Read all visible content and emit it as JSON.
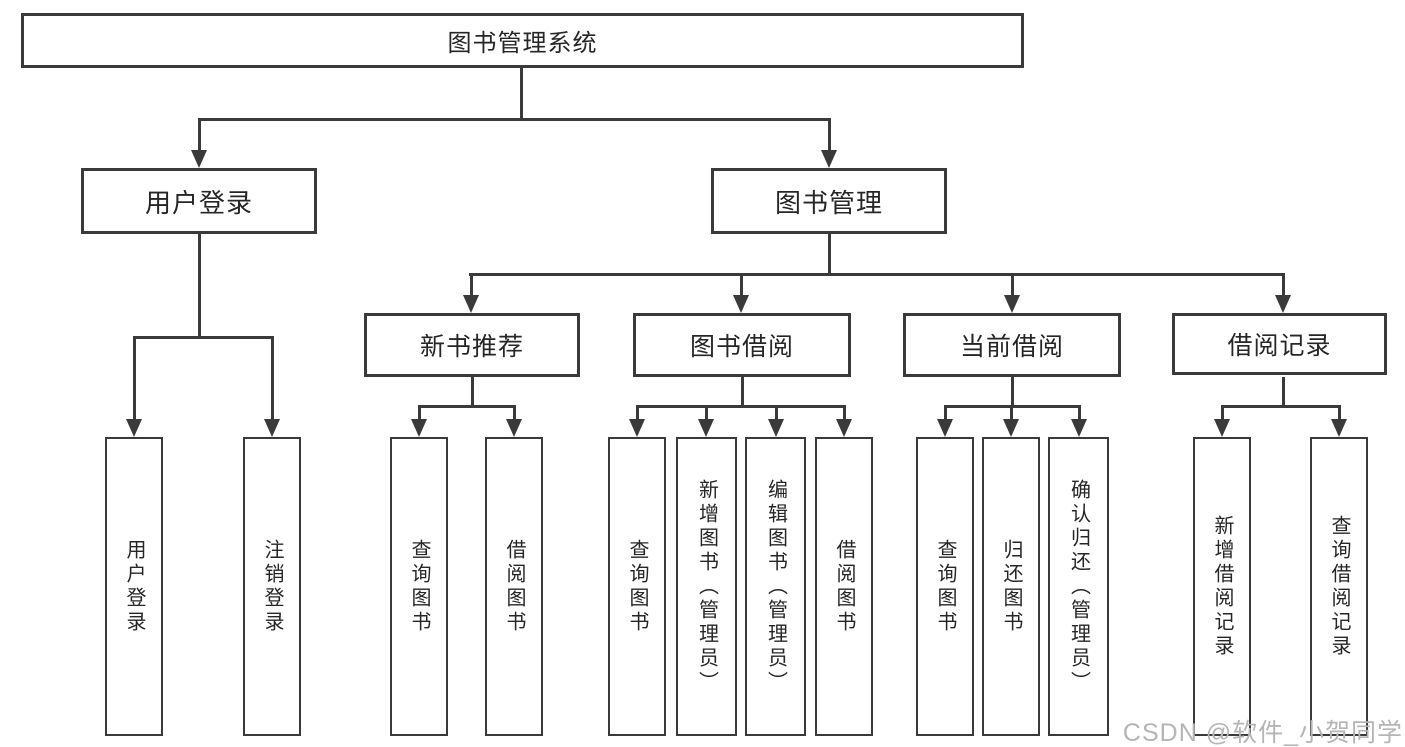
{
  "tree": {
    "root": "图书管理系统",
    "user": {
      "label": "用户登录",
      "children": [
        {
          "label": "用户登录"
        },
        {
          "label": "注销登录"
        }
      ]
    },
    "book": {
      "label": "图书管理",
      "groups": [
        {
          "label": "新书推荐",
          "children": [
            {
              "label": "查询图书"
            },
            {
              "label": "借阅图书"
            }
          ]
        },
        {
          "label": "图书借阅",
          "children": [
            {
              "label": "查询图书"
            },
            {
              "label": "新增图书（管理员）"
            },
            {
              "label": "编辑图书（管理员）"
            },
            {
              "label": "借阅图书"
            }
          ]
        },
        {
          "label": "当前借阅",
          "children": [
            {
              "label": "查询图书"
            },
            {
              "label": "归还图书"
            },
            {
              "label": "确认归还（管理员）"
            }
          ]
        },
        {
          "label": "借阅记录",
          "children": [
            {
              "label": "新增借阅记录"
            },
            {
              "label": "查询借阅记录"
            }
          ]
        }
      ]
    }
  },
  "watermark": "CSDN @软件_小贺同学",
  "colors": {
    "line": "#3a3a3a",
    "text": "#262626",
    "watermark": "#b5b5b5",
    "background": "#ffffff"
  }
}
